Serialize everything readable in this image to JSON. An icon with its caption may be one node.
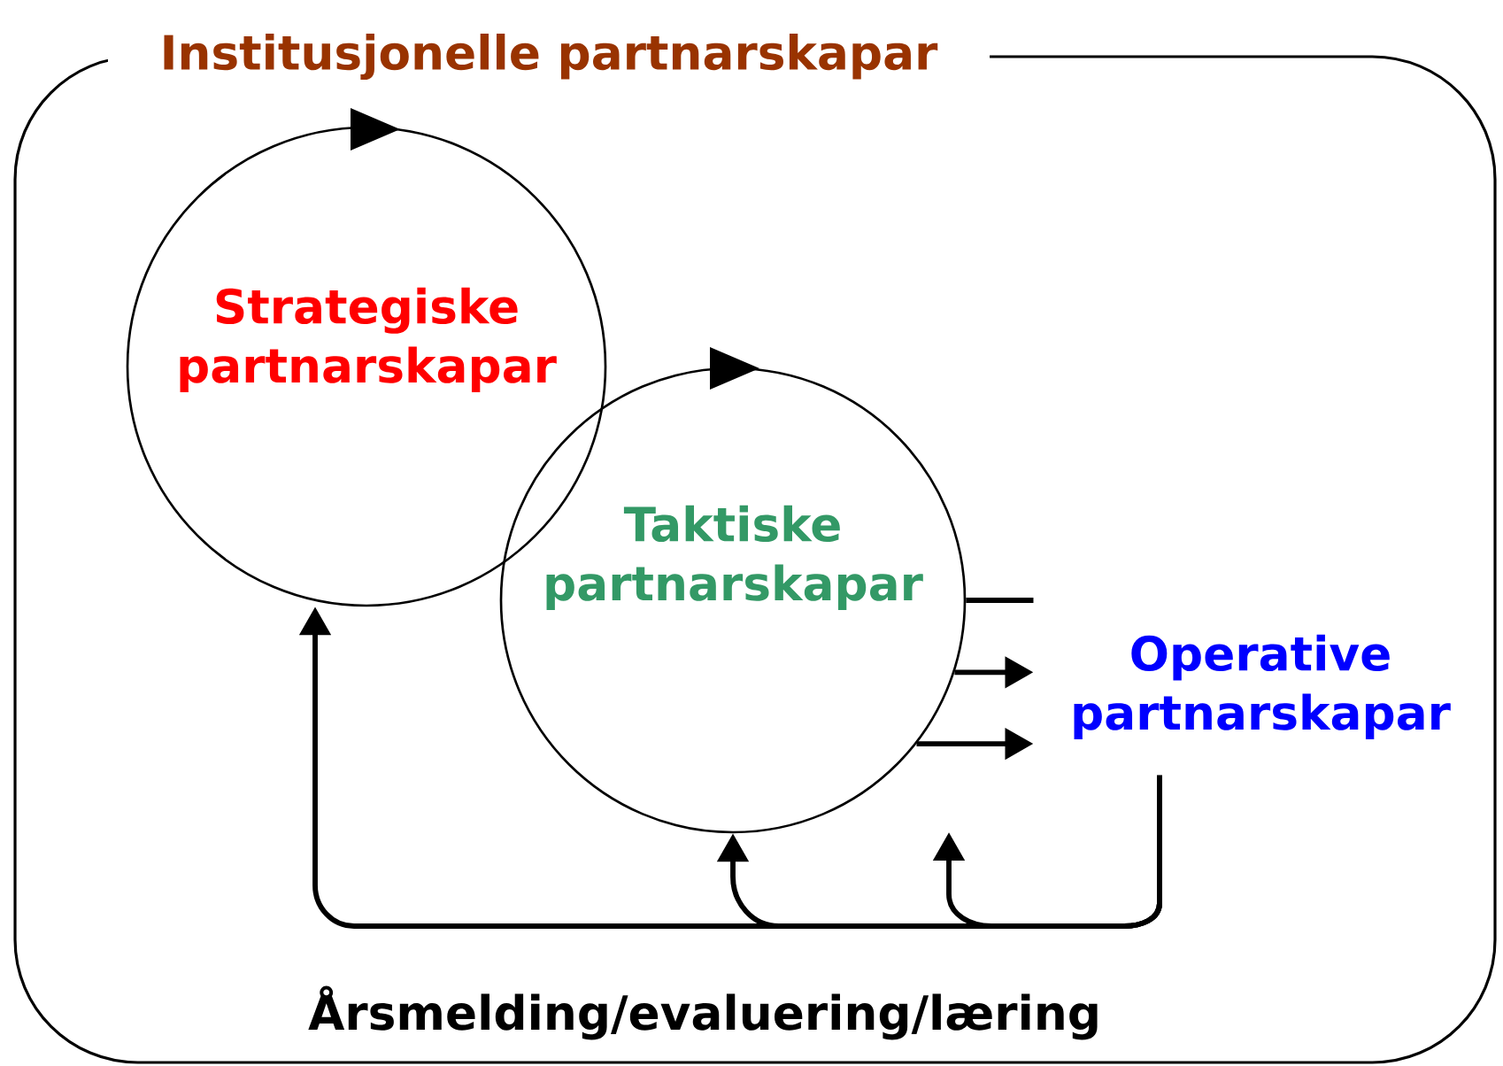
{
  "diagram": {
    "nodes": [
      {
        "text": [
          "Institusjonelle partnarskapar"
        ]
      },
      {
        "text": [
          "Strategiske partnarskapar"
        ],
        "in": 0
      },
      {
        "text": [
          "Taktiske partnarskapar"
        ],
        "in": 0
      },
      {
        "text": [
          "Operative partnarskapar"
        ],
        "in": 0
      }
    ],
    "edges": [
      {
        "from": 2,
        "to": 3,
        "arrow": "none"
      },
      {
        "from": 2,
        "to": 3,
        "arrow": "to"
      },
      {
        "from": 2,
        "to": 3,
        "arrow": "to"
      },
      {
        "from": 3,
        "to": 1,
        "arrow": "to"
      },
      {
        "from": 3,
        "to": 2,
        "arrow": "to"
      },
      {
        "from": 3,
        "to": null,
        "arrow": "to"
      }
    ],
    "labels": [
      "Årsmelding/evaluering/læring"
    ]
  }
}
